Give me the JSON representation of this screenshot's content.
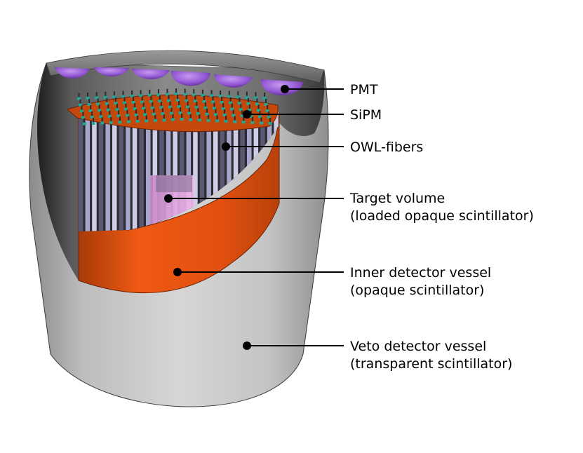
{
  "colors": {
    "veto_vessel_light": "#d9d9d9",
    "veto_vessel_dark": "#7a7a7a",
    "inner_vessel_orange": "#ee5a14",
    "inner_vessel_dark": "#b43c07",
    "pmt_purple": "#9a5ad8",
    "sipm_green": "#1fa896",
    "fiber_lavender": "#b8b5d8",
    "target_pink": "#e9a6e6",
    "leader_line": "#000000"
  },
  "labels": {
    "pmt": "PMT",
    "sipm": "SiPM",
    "owl_fibers": "OWL-fibers",
    "target_volume_line1": "Target volume",
    "target_volume_line2": "(loaded opaque scintillator)",
    "inner_vessel_line1": "Inner detector vessel",
    "inner_vessel_line2": "(opaque scintillator)",
    "veto_vessel_line1": "Veto detector vessel",
    "veto_vessel_line2": "(transparent scintillator)"
  }
}
